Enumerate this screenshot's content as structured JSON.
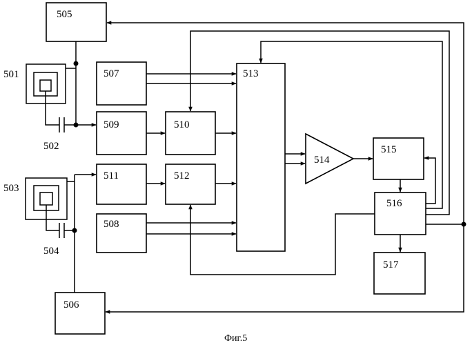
{
  "labels": {
    "b505": "505",
    "b501": "501",
    "b502": "502",
    "b503": "503",
    "b504": "504",
    "b506": "506",
    "b507": "507",
    "b508": "508",
    "b509": "509",
    "b510": "510",
    "b511": "511",
    "b512": "512",
    "b513": "513",
    "b514": "514",
    "b515": "515",
    "b516": "516",
    "b517": "517"
  },
  "caption": "Фиг.5",
  "colors": {
    "ink": "#000000",
    "paper": "#ffffff"
  }
}
